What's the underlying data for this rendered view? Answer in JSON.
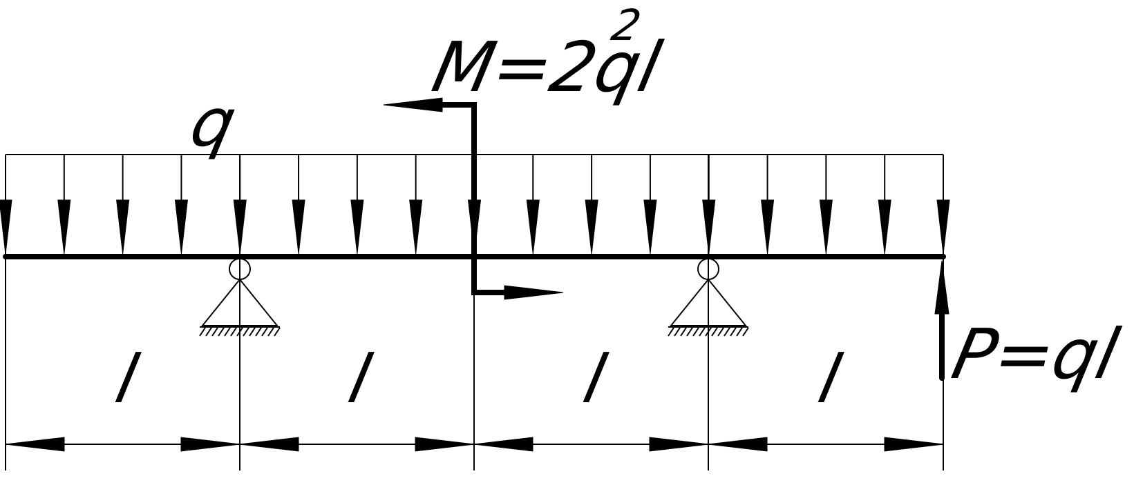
{
  "labels": {
    "q": "q",
    "moment": "M=2ql",
    "moment_exponent": "2",
    "force": "P=ql",
    "spans": [
      "l",
      "l",
      "l",
      "l"
    ]
  },
  "colors": {
    "ink": "#000000",
    "background": "#ffffff"
  }
}
